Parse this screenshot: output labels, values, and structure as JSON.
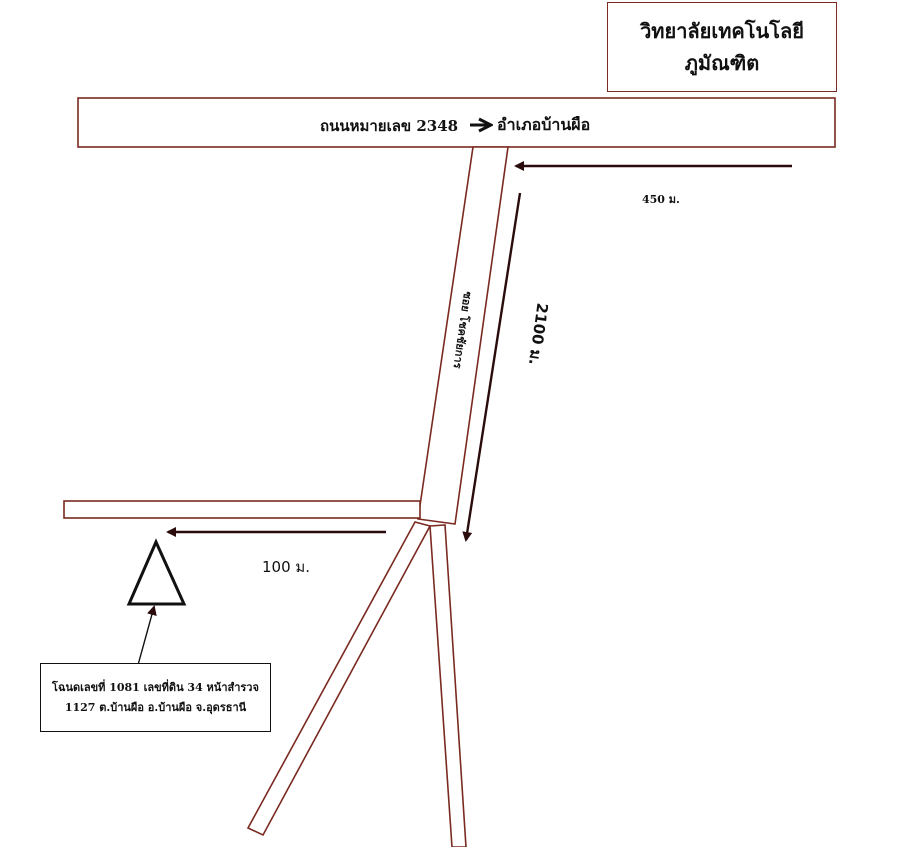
{
  "college": {
    "name_line1": "วิทยาลัยเทคโนโลยี",
    "name_line2": "ภูมัณฑิต"
  },
  "roads": {
    "main_label": "ถนนหมายเลข 2348",
    "main_direction": "อำเภอบ้านผือ",
    "soi_label": "ซอย โชคชัยการ"
  },
  "distances": {
    "top": "450 ม.",
    "soi": "2100 ม.",
    "west": "100 ม."
  },
  "deed": {
    "line1": "โฉนดเลขที่ 1081 เลขที่ดิน 34 หน้าสำรวจ",
    "line2": "1127 ต.บ้านผือ อ.บ้านผือ จ.อุดรธานี"
  },
  "colors": {
    "road_outline": "#7a2a20",
    "arrow": "#2a0c0c",
    "marker": "#111111"
  }
}
